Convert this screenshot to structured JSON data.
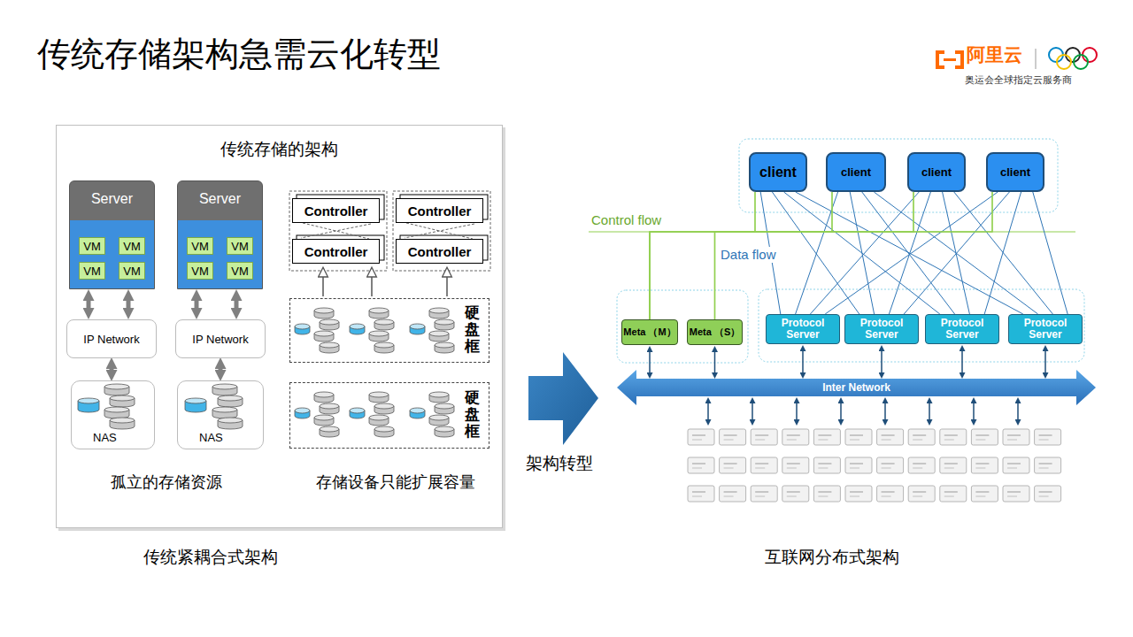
{
  "diagram": {
    "title": "传统存储架构急需云化转型",
    "nodes": [
      {
        "text": [
          "传统存储的架构"
        ]
      },
      {
        "text": [
          "Server"
        ],
        "in": 0
      },
      {
        "text": [
          "VM"
        ],
        "in": 1
      },
      {
        "text": [
          "VM"
        ],
        "in": 1
      },
      {
        "text": [
          "VM"
        ],
        "in": 1
      },
      {
        "text": [
          "VM"
        ],
        "in": 1
      },
      {
        "text": [
          "Server"
        ],
        "in": 0
      },
      {
        "text": [
          "VM"
        ],
        "in": 6
      },
      {
        "text": [
          "VM"
        ],
        "in": 6
      },
      {
        "text": [
          "VM"
        ],
        "in": 6
      },
      {
        "text": [
          "VM"
        ],
        "in": 6
      },
      {
        "text": [
          "IP Network"
        ],
        "in": 0
      },
      {
        "text": [
          "IP Network"
        ],
        "in": 0
      },
      {
        "text": [
          "NAS"
        ],
        "in": 0
      },
      {
        "text": [
          "NAS"
        ],
        "in": 0
      },
      {
        "text": [
          "Controller"
        ],
        "in": 0
      },
      {
        "text": [
          "Controller"
        ],
        "in": 0
      },
      {
        "text": [
          "Controller"
        ],
        "in": 0
      },
      {
        "text": [
          "Controller"
        ],
        "in": 0
      },
      {
        "text": [
          "硬盘框"
        ],
        "in": 0
      },
      {
        "text": [
          "硬盘框"
        ],
        "in": 0
      },
      {
        "text": [
          "client"
        ]
      },
      {
        "text": [
          "client"
        ]
      },
      {
        "text": [
          "client"
        ]
      },
      {
        "text": [
          "client"
        ]
      },
      {
        "text": [
          "Meta （M）"
        ]
      },
      {
        "text": [
          "Meta （S）"
        ]
      },
      {
        "text": [
          "Protocol Server"
        ]
      },
      {
        "text": [
          "Protocol Server"
        ]
      },
      {
        "text": [
          "Protocol Server"
        ]
      },
      {
        "text": [
          "Protocol Server"
        ]
      },
      {
        "text": [
          "Inter Network"
        ]
      }
    ],
    "edges": [
      {
        "from": 1,
        "to": 11,
        "arrow": "both"
      },
      {
        "from": 1,
        "to": 11,
        "arrow": "both"
      },
      {
        "from": 6,
        "to": 12,
        "arrow": "both"
      },
      {
        "from": 6,
        "to": 12,
        "arrow": "both"
      },
      {
        "from": 11,
        "to": 13,
        "arrow": "both"
      },
      {
        "from": 12,
        "to": 14,
        "arrow": "both"
      },
      {
        "from": 15,
        "to": 17,
        "arrow": "none"
      },
      {
        "from": 16,
        "to": 18,
        "arrow": "none"
      },
      {
        "from": 19,
        "to": 17,
        "arrow": "to"
      },
      {
        "from": 19,
        "to": 17,
        "arrow": "to"
      },
      {
        "from": 19,
        "to": 18,
        "arrow": "to"
      },
      {
        "from": 21,
        "to": 27,
        "arrow": "none"
      },
      {
        "from": 21,
        "to": 28,
        "arrow": "none"
      },
      {
        "from": 21,
        "to": 29,
        "arrow": "none"
      },
      {
        "from": 21,
        "to": 30,
        "arrow": "none"
      },
      {
        "from": 22,
        "to": 27,
        "arrow": "none"
      },
      {
        "from": 22,
        "to": 28,
        "arrow": "none"
      },
      {
        "from": 22,
        "to": 29,
        "arrow": "none"
      },
      {
        "from": 22,
        "to": 30,
        "arrow": "none"
      },
      {
        "from": 23,
        "to": 27,
        "arrow": "none"
      },
      {
        "from": 23,
        "to": 28,
        "arrow": "none"
      },
      {
        "from": 23,
        "to": 29,
        "arrow": "none"
      },
      {
        "from": 23,
        "to": 30,
        "arrow": "none"
      },
      {
        "from": 24,
        "to": 27,
        "arrow": "none"
      },
      {
        "from": 24,
        "to": 28,
        "arrow": "none"
      },
      {
        "from": 24,
        "to": 29,
        "arrow": "none"
      },
      {
        "from": 24,
        "to": 30,
        "arrow": "none"
      },
      {
        "from": 21,
        "to": 25,
        "arrow": "none"
      },
      {
        "from": 21,
        "to": 26,
        "arrow": "none"
      },
      {
        "from": 22,
        "to": 25,
        "arrow": "none"
      },
      {
        "from": 22,
        "to": 26,
        "arrow": "none"
      },
      {
        "from": 23,
        "to": 25,
        "arrow": "none"
      },
      {
        "from": 23,
        "to": 26,
        "arrow": "none"
      },
      {
        "from": 24,
        "to": 25,
        "arrow": "none"
      },
      {
        "from": 24,
        "to": 26,
        "arrow": "none"
      },
      {
        "from": 25,
        "to": 31,
        "arrow": "both"
      },
      {
        "from": 26,
        "to": 31,
        "arrow": "both"
      },
      {
        "from": 27,
        "to": 31,
        "arrow": "both"
      },
      {
        "from": 28,
        "to": 31,
        "arrow": "both"
      },
      {
        "from": 29,
        "to": 31,
        "arrow": "both"
      },
      {
        "from": 30,
        "to": 31,
        "arrow": "both"
      }
    ],
    "labels": [
      "阿里云",
      "奥运会全球指定云服务商",
      "孤立的存储资源",
      "存储设备只能扩展容量",
      "传统紧耦合式架构",
      "Control flow",
      "Data flow",
      "架构转型",
      "互联网分布式架构"
    ]
  }
}
